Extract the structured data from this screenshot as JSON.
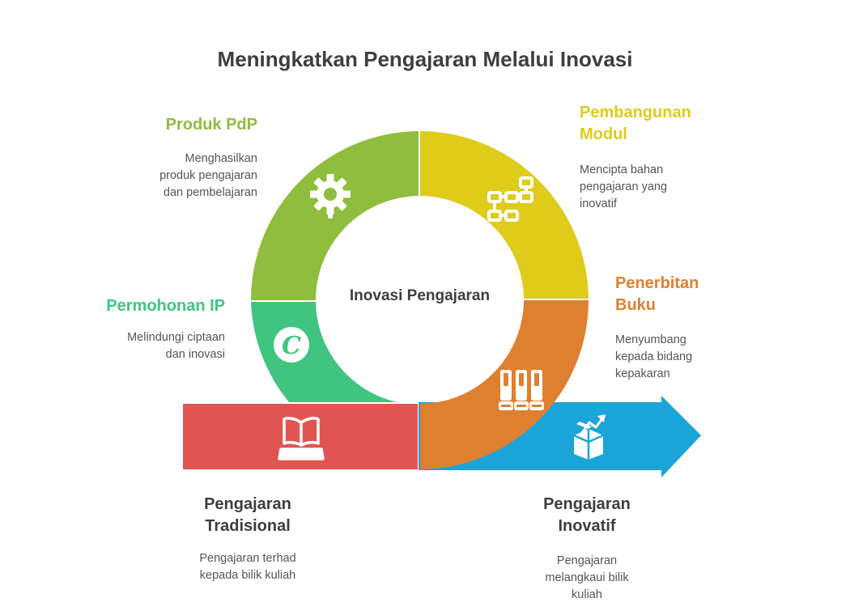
{
  "title": "Meningkatkan Pengajaran Melalui Inovasi",
  "center_label": "Inovasi Pengajaran",
  "colors": {
    "produk": "#8fbd3d",
    "pembangunan": "#dfcb1a",
    "penerbitan": "#df8030",
    "permohonan": "#3fc57f",
    "tradisional": "#e05552",
    "inovatif": "#1ba4d8"
  },
  "segments": {
    "produk_pdp": {
      "heading": "Produk PdP",
      "description": [
        "Menghasilkan",
        "produk pengajaran",
        "dan pembelajaran"
      ],
      "icon": "gear-icon"
    },
    "pembangunan_modul": {
      "heading": [
        "Pembangunan",
        "Modul"
      ],
      "description": [
        "Mencipta bahan",
        "pengajaran yang",
        "inovatif"
      ],
      "icon": "flowchart-icon"
    },
    "penerbitan_buku": {
      "heading": [
        "Penerbitan",
        "Buku"
      ],
      "description": [
        "Menyumbang",
        "kepada bidang",
        "kepakaran"
      ],
      "icon": "books-icon"
    },
    "permohonan_ip": {
      "heading": "Permohonan IP",
      "description": [
        "Melindungi ciptaan",
        "dan inovasi"
      ],
      "icon": "copyright-icon"
    }
  },
  "endpoints": {
    "tradisional": {
      "heading": [
        "Pengajaran",
        "Tradisional"
      ],
      "description": [
        "Pengajaran terhad",
        "kepada bilik kuliah"
      ],
      "icon": "open-book-icon"
    },
    "inovatif": {
      "heading": [
        "Pengajaran",
        "Inovatif"
      ],
      "description": [
        "Pengajaran",
        "melangkaui bilik",
        "kuliah"
      ],
      "icon": "box-growth-icon"
    }
  }
}
